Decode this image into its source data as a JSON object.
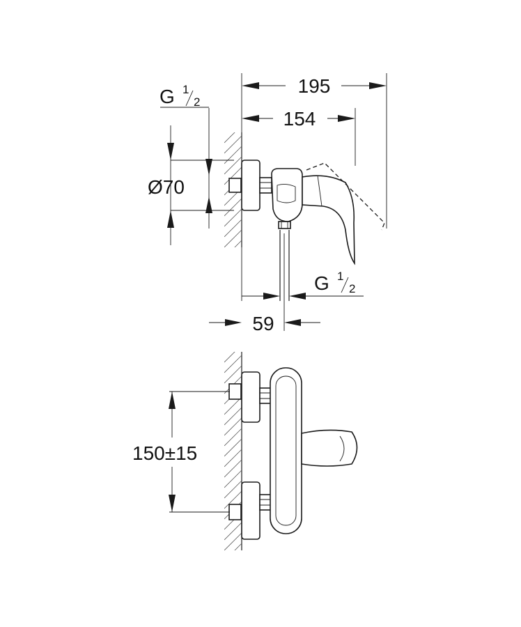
{
  "dimensions": {
    "overall_length": "195",
    "handle_length": "154",
    "wall_escutcheon_diameter": "Ø70",
    "outlet_offset": "59",
    "connection_centers": "150±15"
  },
  "threads": {
    "inlet": {
      "letter": "G",
      "num": "1",
      "den": "2"
    },
    "outlet": {
      "letter": "G",
      "num": "1",
      "den": "2"
    }
  }
}
